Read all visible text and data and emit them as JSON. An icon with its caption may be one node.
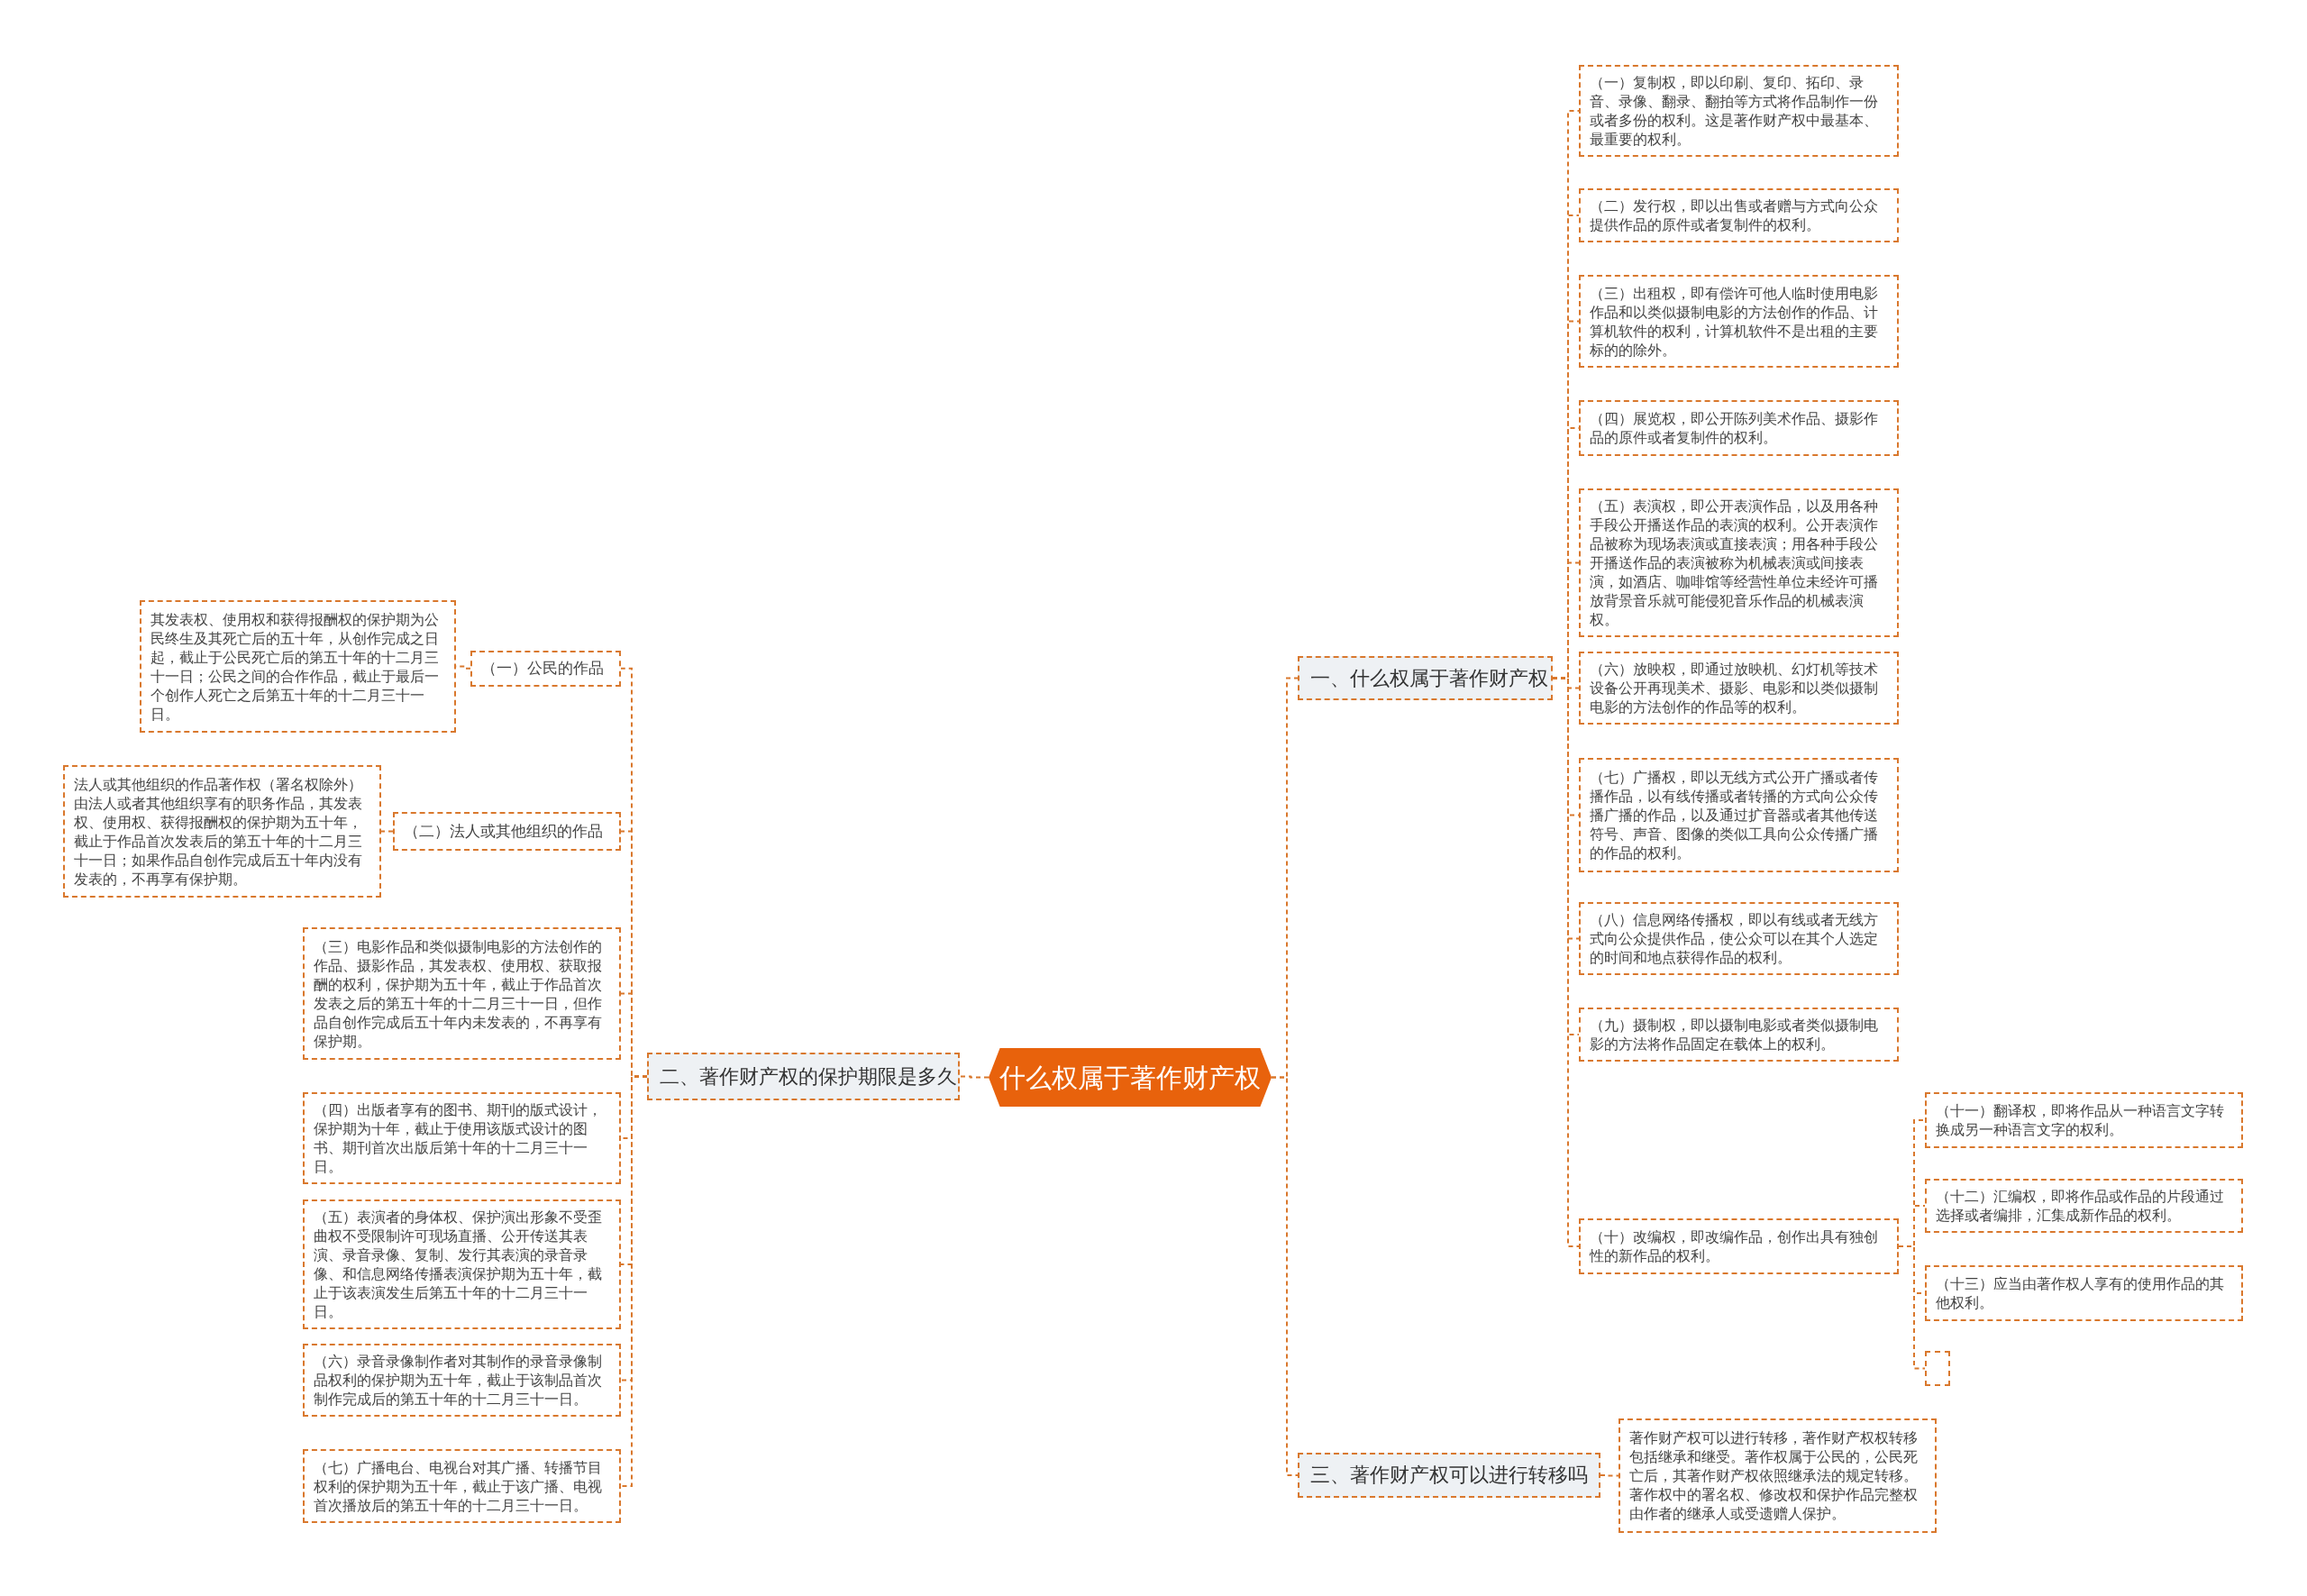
{
  "diagram": {
    "nodes": [
      {
        "text": [
          "什么权属于著作财产权"
        ]
      },
      {
        "text": [
          "一、什么权属于著作财产权"
        ]
      },
      {
        "text": [
          "（一）复制权，即以印刷、复印、拓印、录音、录像、翻录、翻拍等方式将作品制作一份或者多份的权利。这是著作财产权中最基本、最重要的权利。"
        ]
      },
      {
        "text": [
          "（二）发行权，即以出售或者赠与方式向公众提供作品的原件或者复制件的权利。"
        ]
      },
      {
        "text": [
          "（三）出租权，即有偿许可他人临时使用电影作品和以类似摄制电影的方法创作的作品、计算机软件的权利，计算机软件不是出租的主要标的的除外。"
        ]
      },
      {
        "text": [
          "（四）展览权，即公开陈列美术作品、摄影作品的原件或者复制件的权利。"
        ]
      },
      {
        "text": [
          "（五）表演权，即公开表演作品，以及用各种手段公开播送作品的表演的权利。公开表演作品被称为现场表演或直接表演；用各种手段公开播送作品的表演被称为机械表演或间接表演，如酒店、咖啡馆等经营性单位未经许可播放背景音乐就可能侵犯音乐作品的机械表演权。"
        ]
      },
      {
        "text": [
          "（六）放映权，即通过放映机、幻灯机等技术设备公开再现美术、摄影、电影和以类似摄制电影的方法创作的作品等的权利。"
        ]
      },
      {
        "text": [
          "（七）广播权，即以无线方式公开广播或者传播作品，以有线传播或者转播的方式向公众传播广播的作品，以及通过扩音器或者其他传送符号、声音、图像的类似工具向公众传播广播的作品的权利。"
        ]
      },
      {
        "text": [
          "（八）信息网络传播权，即以有线或者无线方式向公众提供作品，使公众可以在其个人选定的时间和地点获得作品的权利。"
        ]
      },
      {
        "text": [
          "（九）摄制权，即以摄制电影或者类似摄制电影的方法将作品固定在载体上的权利。"
        ]
      },
      {
        "text": [
          "（十）改编权，即改编作品，创作出具有独创性的新作品的权利。"
        ]
      },
      {
        "text": [
          "（十一）翻译权，即将作品从一种语言文字转换成另一种语言文字的权利。"
        ]
      },
      {
        "text": [
          "（十二）汇编权，即将作品或作品的片段通过选择或者编排，汇集成新作品的权利。"
        ]
      },
      {
        "text": [
          "（十三）应当由著作权人享有的使用作品的其他权利。"
        ]
      },
      {
        "text": [],
        "shape": "box"
      },
      {
        "text": [
          "二、著作财产权的保护期限是多久"
        ]
      },
      {
        "text": [
          "（一）公民的作品"
        ]
      },
      {
        "text": [
          "其发表权、使用权和获得报酬权的保护期为公民终生及其死亡后的五十年，从创作完成之日起，截止于公民死亡后的第五十年的十二月三十一日；公民之间的合作作品，截止于最后一个创作人死亡之后第五十年的十二月三十一日。"
        ]
      },
      {
        "text": [
          "（二）法人或其他组织的作品"
        ]
      },
      {
        "text": [
          "法人或其他组织的作品著作权（署名权除外）由法人或者其他组织享有的职务作品，其发表权、使用权、获得报酬权的保护期为五十年，截止于作品首次发表后的第五十年的十二月三十一日；如果作品自创作完成后五十年内没有发表的，不再享有保护期。"
        ]
      },
      {
        "text": [
          "（三）电影作品和类似摄制电影的方法创作的作品、摄影作品，其发表权、使用权、获取报酬的权利，保护期为五十年，截止于作品首次发表之后的第五十年的十二月三十一日，但作品自创作完成后五十年内未发表的，不再享有保护期。"
        ]
      },
      {
        "text": [
          "（四）出版者享有的图书、期刊的版式设计，保护期为十年，截止于使用该版式设计的图书、期刊首次出版后第十年的十二月三十一日。"
        ]
      },
      {
        "text": [
          "（五）表演者的身体权、保护演出形象不受歪曲权不受限制许可现场直播、公开传送其表演、录音录像、复制、发行其表演的录音录像、和信息网络传播表演保护期为五十年，截止于该表演发生后第五十年的十二月三十一日。"
        ]
      },
      {
        "text": [
          "（六）录音录像制作者对其制作的录音录像制品权利的保护期为五十年，截止于该制品首次制作完成后的第五十年的十二月三十一日。"
        ]
      },
      {
        "text": [
          "（七）广播电台、电视台对其广播、转播节目权利的保护期为五十年，截止于该广播、电视首次播放后的第五十年的十二月三十一日。"
        ]
      },
      {
        "text": [
          "三、著作财产权可以进行转移吗"
        ]
      },
      {
        "text": [
          "著作财产权可以进行转移，著作财产权权转移包括继承和继受。著作权属于公民的，公民死亡后，其著作财产权依照继承法的规定转移。著作权中的署名权、修改权和保护作品完整权由作者的继承人或受遗赠人保护。"
        ]
      }
    ],
    "edges": [
      {
        "from": 0,
        "to": 1,
        "arrow": "none"
      },
      {
        "from": 0,
        "to": 16,
        "arrow": "none"
      },
      {
        "from": 0,
        "to": 26,
        "arrow": "none"
      },
      {
        "from": 1,
        "to": 2,
        "arrow": "none"
      },
      {
        "from": 1,
        "to": 3,
        "arrow": "none"
      },
      {
        "from": 1,
        "to": 4,
        "arrow": "none"
      },
      {
        "from": 1,
        "to": 5,
        "arrow": "none"
      },
      {
        "from": 1,
        "to": 6,
        "arrow": "none"
      },
      {
        "from": 1,
        "to": 7,
        "arrow": "none"
      },
      {
        "from": 1,
        "to": 8,
        "arrow": "none"
      },
      {
        "from": 1,
        "to": 9,
        "arrow": "none"
      },
      {
        "from": 1,
        "to": 10,
        "arrow": "none"
      },
      {
        "from": 1,
        "to": 11,
        "arrow": "none"
      },
      {
        "from": 11,
        "to": 12,
        "arrow": "none"
      },
      {
        "from": 11,
        "to": 13,
        "arrow": "none"
      },
      {
        "from": 11,
        "to": 14,
        "arrow": "none"
      },
      {
        "from": 11,
        "to": 15,
        "arrow": "none"
      },
      {
        "from": 16,
        "to": 17,
        "arrow": "none"
      },
      {
        "from": 16,
        "to": 19,
        "arrow": "none"
      },
      {
        "from": 16,
        "to": 21,
        "arrow": "none"
      },
      {
        "from": 16,
        "to": 22,
        "arrow": "none"
      },
      {
        "from": 16,
        "to": 23,
        "arrow": "none"
      },
      {
        "from": 16,
        "to": 24,
        "arrow": "none"
      },
      {
        "from": 16,
        "to": 25,
        "arrow": "none"
      },
      {
        "from": 17,
        "to": 18,
        "arrow": "none"
      },
      {
        "from": 19,
        "to": 20,
        "arrow": "none"
      },
      {
        "from": 26,
        "to": 27,
        "arrow": "none"
      }
    ]
  }
}
